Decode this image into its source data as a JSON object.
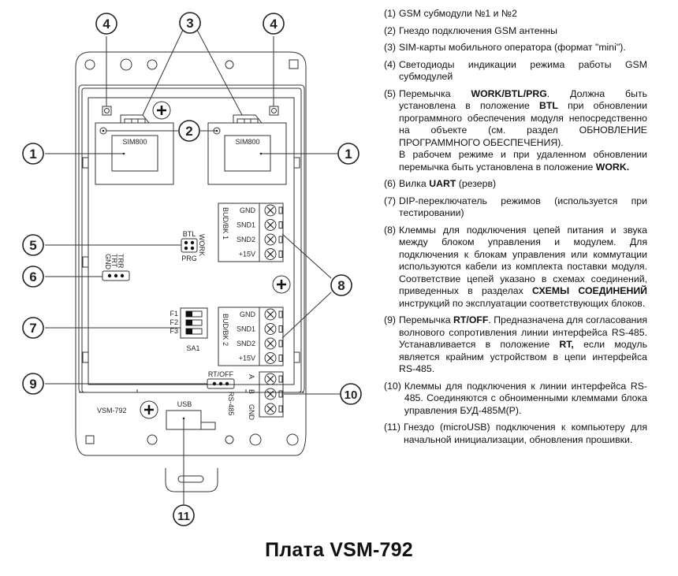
{
  "title": "Плата VSM-792",
  "board": {
    "model_label": "VSM-792",
    "module_label": "SIM800",
    "usb_label": "USB",
    "rs485_label": "RS-485",
    "rtoff_label": "RT/OFF",
    "jumper5": {
      "top": "BTL",
      "side": "WORK",
      "bottom": "PRG"
    },
    "uart_pins": [
      "GND",
      "TRT",
      "TRR"
    ],
    "dip": {
      "name": "SA1",
      "switches": [
        "F1",
        "F2",
        "F3"
      ]
    },
    "terminal1": {
      "name": "BUD/BK 1",
      "pins": [
        "GND",
        "SND1",
        "SND2",
        "+15V"
      ]
    },
    "terminal2": {
      "name": "BUD/BK 2",
      "pins": [
        "GND",
        "SND1",
        "SND2",
        "+15V"
      ]
    },
    "terminal_rs485": {
      "pins": [
        "A",
        "B",
        "GND"
      ]
    }
  },
  "callouts": [
    "1",
    "2",
    "3",
    "4",
    "5",
    "6",
    "7",
    "8",
    "9",
    "10",
    "11"
  ],
  "legend": [
    {
      "num": "(1)",
      "parts": [
        {
          "t": "GSM субмодули №1 и №2"
        }
      ]
    },
    {
      "num": "(2)",
      "parts": [
        {
          "t": "Гнездо подключения GSM антенны"
        }
      ]
    },
    {
      "num": "(3)",
      "parts": [
        {
          "t": "SIM-карты мобильного оператора (формат \"mini\")."
        }
      ]
    },
    {
      "num": "(4)",
      "parts": [
        {
          "t": "Светодиоды индикации режима работы GSM субмодулей"
        }
      ]
    },
    {
      "num": "(5)",
      "parts": [
        {
          "t": "Перемычка "
        },
        {
          "b": "WORK/BTL/PRG"
        },
        {
          "t": ". Должна быть установлена в положение "
        },
        {
          "b": "BTL"
        },
        {
          "t": " при обновлении программного обеспечения модуля непосредственно на объекте (см. раздел ОБНОВЛЕНИЕ ПРОГРАММНОГО ОБЕСПЕЧЕНИЯ)."
        }
      ],
      "extra": [
        {
          "t": "В рабочем режиме и при удаленном обновлении перемычка быть установлена в положение "
        },
        {
          "b": "WORK."
        }
      ]
    },
    {
      "num": "(6)",
      "parts": [
        {
          "t": "Вилка "
        },
        {
          "b": "UART"
        },
        {
          "t": " (резерв)"
        }
      ]
    },
    {
      "num": "(7)",
      "parts": [
        {
          "t": "DIP-переключатель режимов (используется при тестировании)"
        }
      ]
    },
    {
      "num": "(8)",
      "parts": [
        {
          "t": "Клеммы для подключения цепей питания и звука между блоком управления и модулем. Для подключения к блокам управления или коммутации используются кабели из комплекта поставки модуля. Соответствие цепей указано в схемах соединений, приведенных в разделах "
        },
        {
          "b": "СХЕМЫ СОЕДИНЕНИЙ"
        },
        {
          "t": " инструкций по эксплуатации соответствующих блоков."
        }
      ]
    },
    {
      "num": "(9)",
      "parts": [
        {
          "t": "Перемычка "
        },
        {
          "b": "RT/OFF"
        },
        {
          "t": ". Предназначена для согласования волнового сопротивления линии интерфейса RS-485. Устанавливается в положение "
        },
        {
          "b": "RT,"
        },
        {
          "t": " если модуль является крайним устройством в цепи интерфейса RS-485."
        }
      ]
    },
    {
      "num": "(10)",
      "parts": [
        {
          "t": "Клеммы для подключения к линии интерфейса RS-485. Соединяются с обноименными клеммами блока управления БУД-485М(Р)."
        }
      ]
    },
    {
      "num": "(11)",
      "parts": [
        {
          "t": "Гнездо (microUSB) подключения к компьютеру для начальной инициализации, обновления прошивки."
        }
      ]
    }
  ]
}
